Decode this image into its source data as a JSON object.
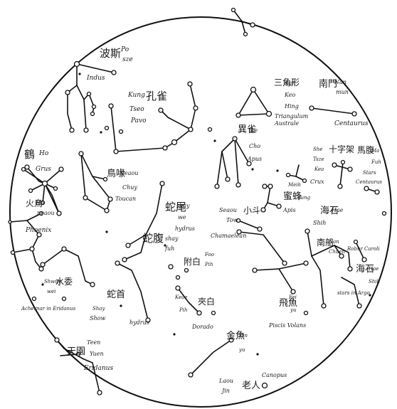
{
  "chart": {
    "title": "",
    "colors": {
      "ink": "#111111",
      "paper": "#ffffff"
    }
  },
  "labels": {
    "boziqi_cjk": "波斯",
    "boziqi_a": "Po",
    "boziqi_b": "sze",
    "indus": "Indus",
    "kongque_cjk": "孔雀",
    "kongque_roman": "Kung",
    "kongque_a": "Tseo",
    "kongque_b": "Pavo",
    "sanjiao_cjk": "三角形",
    "sanjiao_a": "San",
    "sanjiao_b": "Keo",
    "sanjiao_c": "Hing",
    "sanjiao_en": "Triangulum",
    "sanjiao_en2": "Australe",
    "nanmen_cjk": "南門",
    "nanmen_a": "Nan",
    "nanmen_b": "mun",
    "centaurus": "Centaurus",
    "yique_cjk": "異雀",
    "yique_a": "Le",
    "yique_b": "Cho",
    "yique_en": "Apus",
    "hehe_cjk": "鶴",
    "hehe_a": "Ho",
    "grus": "Grus",
    "niao_cjk": "鳥喙",
    "niao_a": "Neaou",
    "niao_b": "Chuy",
    "toucan": "Toucan",
    "shizi_cjk": "十字架",
    "shizi_a": "She",
    "shizi_b": "Tsze",
    "shizi_c": "Kea",
    "crux": "Crux",
    "mafu_cjk": "馬腹",
    "mafu_a": "Ma",
    "mafu_b": "Fuh",
    "mafu_en": "Stars",
    "mafu_en2": "Centaurus",
    "huoniao_cjk": "火鳥",
    "huoniao_a": "Ho",
    "huoniao_b": "neaou",
    "phoenix": "Phoenix",
    "shewei_cjk": "蛇尾",
    "shewei_a": "shay",
    "shewei_b": "we",
    "hydrus_tail": "hydrus",
    "shefu_cjk": "蛇腹",
    "shefu_a": "shay",
    "shefu_b": "fuh",
    "xiaodou_cjk": "小斗",
    "xiaodou_a": "Seaou",
    "xiaodou_b": "Tow",
    "chameleon": "Chamaelean",
    "haishi_cjk": "海石",
    "haishi_a": "Hae",
    "haishi_b": "Shih",
    "mifeng_cjk": "蜜蜂",
    "mifeng_a": "Meih",
    "mifeng_b": "fung",
    "apis": "Apis",
    "fuzeng_cjk": "附白",
    "fuzeng_a": "Foo",
    "fuzeng_b": "Pih",
    "shuiwei_cjk": "水委",
    "shuiwei_a": "Shwuy",
    "shuiwei_b": "wei",
    "achernar": "Achernar in Eridanus",
    "shushou_cjk": "蛇首",
    "shushou_a": "Shay",
    "shushou_b": "Show",
    "hydrus_head": "hydrus",
    "jiabai_cjk": "夾白",
    "jiabai_a": "Keae",
    "jiabai_b": "Pih",
    "dorado_a": "Dorado",
    "feiyu_cjk": "飛魚",
    "feiyu_a": "Fei",
    "feiyu_b": "yu",
    "piscis": "Piscis Volans",
    "nanchuan_cjk": "南船",
    "nanchuan_a": "Nan",
    "nanchuan_b": "Chuen",
    "robur": "Robur Caroli",
    "haishi2_cjk": "海石",
    "haishi2_a": "Hae",
    "haishi2_b": "Shih",
    "haishi2_c": "stars in Argo",
    "jinyu_cjk": "金魚",
    "jinyu_a": "Kin",
    "jinyu_b": "yu",
    "tianyuan_cjk": "天園",
    "tianyuan_a": "Teen",
    "tianyuan_b": "Yuen",
    "eridanus": "Eridanus",
    "laoren_cjk": "老人",
    "laoren_a": "Laou",
    "laoren_b": "Jin",
    "canopus": "Canopus"
  }
}
